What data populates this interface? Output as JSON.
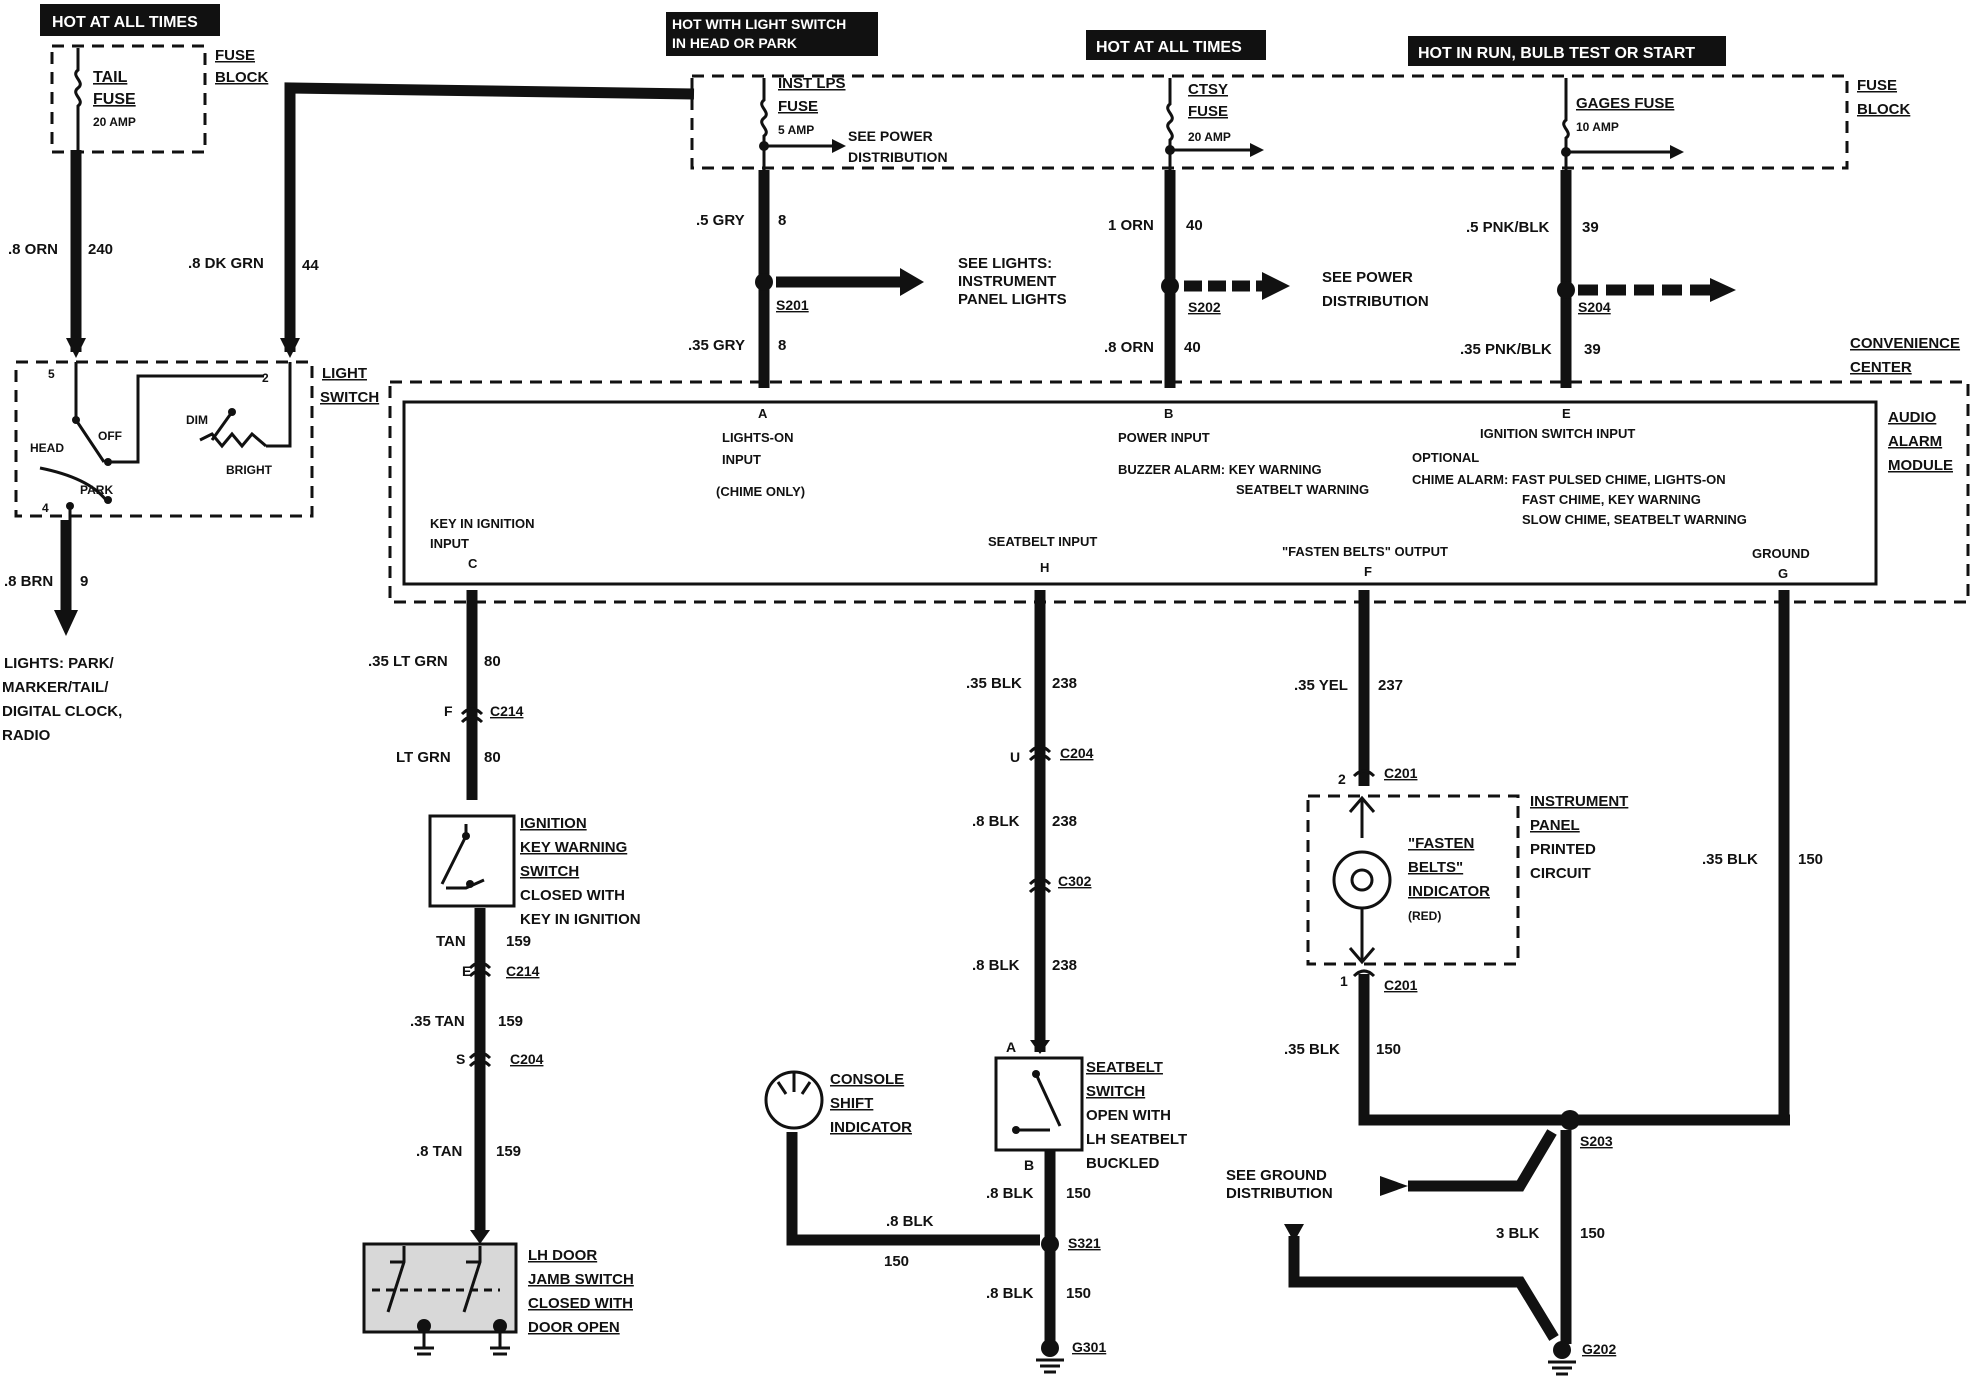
{
  "headers": {
    "tail_hot": "HOT AT ALL TIMES",
    "inst_hot_line1": "HOT WITH LIGHT SWITCH",
    "inst_hot_line2": "IN HEAD OR PARK",
    "ctsy_hot": "HOT AT ALL TIMES",
    "gages_hot": "HOT IN RUN, BULB TEST OR START"
  },
  "fuse_block_left": {
    "label_1": "FUSE",
    "label_2": "BLOCK",
    "fuse_name_1": "TAIL",
    "fuse_name_2": "FUSE",
    "rating": "20 AMP"
  },
  "fuse_block_right": {
    "label_1": "FUSE",
    "label_2": "BLOCK",
    "inst_name_1": "INST LPS",
    "inst_name_2": "FUSE",
    "inst_rating": "5 AMP",
    "see_power_1": "SEE POWER",
    "see_power_2": "DISTRIBUTION",
    "ctsy_name_1": "CTSY",
    "ctsy_name_2": "FUSE",
    "ctsy_rating": "20 AMP",
    "gages_name": "GAGES FUSE",
    "gages_rating": "10 AMP"
  },
  "wires": {
    "w240": {
      "size": ".8 ORN",
      "circuit": "240"
    },
    "w44": {
      "size": ".8 DK GRN",
      "circuit": "44"
    },
    "w9": {
      "size": ".8 BRN",
      "circuit": "9"
    },
    "w8_top": {
      "size": ".5 GRY",
      "circuit": "8"
    },
    "w8_bot": {
      "size": ".35 GRY",
      "circuit": "8"
    },
    "w40_top": {
      "size": "1 ORN",
      "circuit": "40"
    },
    "w40_bot": {
      "size": ".8 ORN",
      "circuit": "40"
    },
    "w39_top": {
      "size": ".5 PNK/BLK",
      "circuit": "39"
    },
    "w39_bot": {
      "size": ".35 PNK/BLK",
      "circuit": "39"
    },
    "w80_top": {
      "size": ".35 LT GRN",
      "circuit": "80"
    },
    "w80_bot": {
      "size": "LT GRN",
      "circuit": "80"
    },
    "w159_a": {
      "size": "TAN",
      "circuit": "159"
    },
    "w159_b": {
      "size": ".35 TAN",
      "circuit": "159"
    },
    "w159_c": {
      "size": ".8 TAN",
      "circuit": "159"
    },
    "w238_a": {
      "size": ".35 BLK",
      "circuit": "238"
    },
    "w238_b": {
      "size": ".8 BLK",
      "circuit": "238"
    },
    "w238_c": {
      "size": ".8 BLK",
      "circuit": "238"
    },
    "w237": {
      "size": ".35 YEL",
      "circuit": "237"
    },
    "w150_gnd": {
      "size": ".35 BLK",
      "circuit": "150"
    },
    "w150_ind": {
      "size": ".35 BLK",
      "circuit": "150"
    },
    "w150_sw": {
      "size": ".8 BLK",
      "circuit": "150"
    },
    "w150_cons": {
      "size": ".8 BLK",
      "circuit": "150"
    },
    "w150_g301": {
      "size": ".8 BLK",
      "circuit": "150"
    },
    "w150_g202": {
      "size": "3 BLK",
      "circuit": "150"
    }
  },
  "splices": {
    "s201": "S201",
    "s202": "S202",
    "s204": "S204",
    "s203": "S203",
    "s321": "S321"
  },
  "connectors": {
    "c214_f_pin": "F",
    "c214_f": "C214",
    "c214_e_pin": "E",
    "c214_e": "C214",
    "c204_s_pin": "S",
    "c204_s": "C204",
    "c204_u_pin": "U",
    "c204_u": "C204",
    "c302": "C302",
    "c201_top_pin": "2",
    "c201_top": "C201",
    "c201_bot_pin": "1",
    "c201_bot": "C201"
  },
  "grounds": {
    "g301": "G301",
    "g202": "G202"
  },
  "light_switch": {
    "label_1": "LIGHT",
    "label_2": "SWITCH",
    "pin_5": "5",
    "pin_2": "2",
    "pin_4": "4",
    "head": "HEAD",
    "off": "OFF",
    "park": "PARK",
    "dim": "DIM",
    "bright": "BRIGHT"
  },
  "lights_dest": {
    "line_1": "LIGHTS: PARK/",
    "line_2": "MARKER/TAIL/",
    "line_3": "DIGITAL CLOCK,",
    "line_4": "RADIO"
  },
  "see_lights": {
    "line_1": "SEE LIGHTS:",
    "line_2": "INSTRUMENT",
    "line_3": "PANEL LIGHTS"
  },
  "see_power_mid": {
    "line_1": "SEE POWER",
    "line_2": "DISTRIBUTION"
  },
  "convenience_center": {
    "label_1": "CONVENIENCE",
    "label_2": "CENTER"
  },
  "module": {
    "label_1": "AUDIO",
    "label_2": "ALARM",
    "label_3": "MODULE",
    "pin_a": "A",
    "pin_a_1": "LIGHTS-ON",
    "pin_a_2": "INPUT",
    "pin_a_3": "(CHIME ONLY)",
    "pin_b": "B",
    "pin_b_1": "POWER INPUT",
    "buzzer_1": "BUZZER ALARM: KEY WARNING",
    "buzzer_2": "SEATBELT WARNING",
    "pin_e": "E",
    "pin_e_1": "IGNITION SWITCH INPUT",
    "optional": "OPTIONAL",
    "chime_1": "CHIME ALARM: FAST PULSED CHIME, LIGHTS-ON",
    "chime_2": "FAST CHIME, KEY WARNING",
    "chime_3": "SLOW CHIME, SEATBELT WARNING",
    "pin_c": "C",
    "pin_c_1": "KEY IN IGNITION",
    "pin_c_2": "INPUT",
    "pin_h": "H",
    "pin_h_1": "SEATBELT INPUT",
    "pin_f": "F",
    "pin_f_1": "\"FASTEN BELTS\" OUTPUT",
    "pin_g": "G",
    "pin_g_1": "GROUND"
  },
  "ignition_switch": {
    "line_1": "IGNITION",
    "line_2": "KEY WARNING",
    "line_3": "SWITCH",
    "line_4": "CLOSED WITH",
    "line_5": "KEY IN IGNITION"
  },
  "door_switch": {
    "line_1": "LH DOOR",
    "line_2": "JAMB SWITCH",
    "line_3": "CLOSED WITH",
    "line_4": "DOOR OPEN"
  },
  "console": {
    "line_1": "CONSOLE",
    "line_2": "SHIFT",
    "line_3": "INDICATOR"
  },
  "seatbelt_switch": {
    "pin_a": "A",
    "pin_b": "B",
    "line_1": "SEATBELT",
    "line_2": "SWITCH",
    "line_3": "OPEN WITH",
    "line_4": "LH SEATBELT",
    "line_5": "BUCKLED"
  },
  "ip_circuit": {
    "line_1": "INSTRUMENT",
    "line_2": "PANEL",
    "line_3": "PRINTED",
    "line_4": "CIRCUIT"
  },
  "indicator": {
    "line_1": "\"FASTEN",
    "line_2": "BELTS\"",
    "line_3": "INDICATOR",
    "line_4": "(RED)"
  },
  "see_ground": {
    "line_1": "SEE GROUND",
    "line_2": "DISTRIBUTION"
  }
}
